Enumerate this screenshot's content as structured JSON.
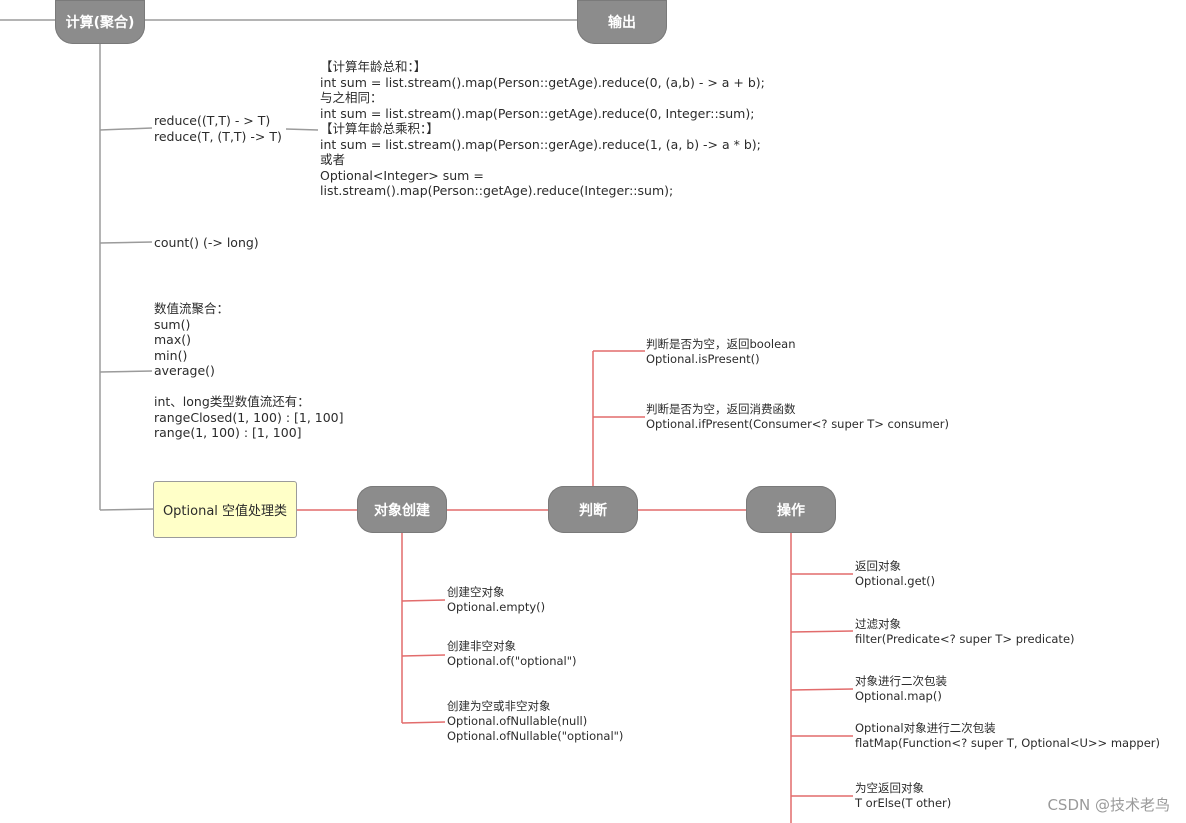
{
  "colors": {
    "node_fill": "#8c8c8c",
    "topic_fill": "#ffffc8",
    "gray_line": "#9b9b9b",
    "red_line": "#e26c6c"
  },
  "nodes": {
    "compute": "计算(聚合)",
    "output": "输出",
    "optional_topic": "Optional 空值处理类",
    "create": "对象创建",
    "judge": "判断",
    "operate": "操作"
  },
  "compute_items": {
    "reduce_sig": [
      "reduce((T,T) - > T)",
      "reduce(T, (T,T) -> T)"
    ],
    "reduce_detail": [
      "【计算年龄总和：】",
      "int sum = list.stream().map(Person::getAge).reduce(0, (a,b) - > a + b);",
      "与之相同：",
      "int sum = list.stream().map(Person::getAge).reduce(0, Integer::sum);",
      "【计算年龄总乘积：】",
      "int sum = list.stream().map(Person::gerAge).reduce(1, (a, b) -> a * b);",
      "或者",
      "Optional<Integer> sum =",
      "list.stream().map(Person::getAge).reduce(Integer::sum);"
    ],
    "count": "count()    (-> long)",
    "numeric": [
      "数值流聚合：",
      "sum()",
      "max()",
      "min()",
      "average()",
      "",
      "int、long类型数值流还有：",
      "rangeClosed(1, 100) : [1, 100]",
      "range(1, 100) : [1, 100]"
    ]
  },
  "judge_items": [
    [
      "判断是否为空，返回boolean",
      "Optional.isPresent()"
    ],
    [
      "判断是否为空，返回消费函数",
      "Optional.ifPresent(Consumer<? super T> consumer)"
    ]
  ],
  "create_items": [
    [
      "创建空对象",
      "Optional.empty()"
    ],
    [
      "创建非空对象",
      "Optional.of(\"optional\")"
    ],
    [
      "创建为空或非空对象",
      "Optional.ofNullable(null)",
      "Optional.ofNullable(\"optional\")"
    ]
  ],
  "operate_items": [
    [
      "返回对象",
      "Optional.get()"
    ],
    [
      "过滤对象",
      "filter(Predicate<? super T> predicate)"
    ],
    [
      "对象进行二次包装",
      "Optional.map()"
    ],
    [
      "Optional对象进行二次包装",
      "flatMap(Function<? super T, Optional<U>> mapper)"
    ],
    [
      "为空返回对象",
      "T orElse(T other)"
    ]
  ],
  "watermark": "CSDN @技术老鸟"
}
